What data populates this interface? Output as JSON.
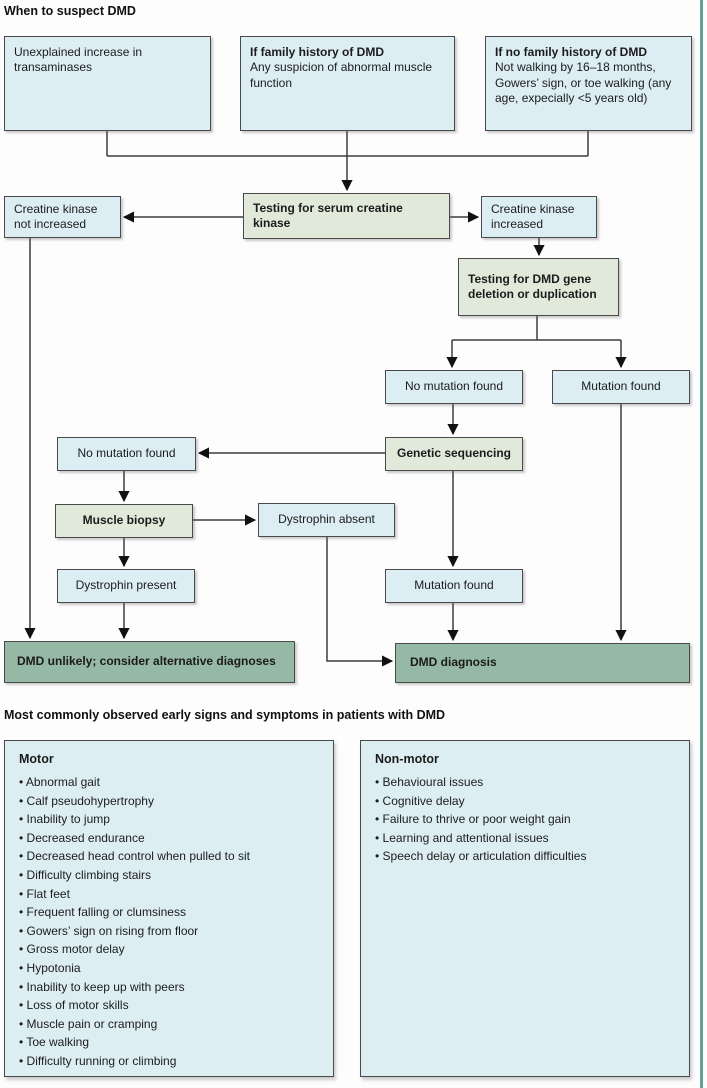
{
  "sections": {
    "suspect_title": "When to suspect DMD",
    "symptoms_title": "Most commonly observed early signs and symptoms in patients with DMD"
  },
  "flowchart": {
    "unexplained": {
      "text": "Unexplained increase in transaminases"
    },
    "family_history": {
      "title": "If family history of DMD",
      "text": "Any suspicion of abnormal muscle function"
    },
    "no_family_history": {
      "title": "If no family history of DMD",
      "text": "Not walking by 16–18 months, Gowers’ sign, or toe walking (any age, expecially <5 years old)"
    },
    "ck_not_increased": {
      "text": "Creatine kinase not increased"
    },
    "testing_serum_ck": {
      "text": "Testing for serum creatine kinase"
    },
    "ck_increased": {
      "text": "Creatine kinase increased"
    },
    "testing_dmd_gene": {
      "text": "Testing for DMD gene deletion or duplication"
    },
    "no_mutation_found_1": {
      "text": "No mutation found"
    },
    "mutation_found_1": {
      "text": "Mutation found"
    },
    "genetic_sequencing": {
      "text": "Genetic sequencing"
    },
    "no_mutation_found_2": {
      "text": "No mutation found"
    },
    "muscle_biopsy": {
      "text": "Muscle biopsy"
    },
    "dystrophin_absent": {
      "text": "Dystrophin absent"
    },
    "dystrophin_present": {
      "text": "Dystrophin present"
    },
    "mutation_found_2": {
      "text": "Mutation found"
    },
    "dmd_unlikely": {
      "text": "DMD unlikely; consider alternative diagnoses"
    },
    "dmd_diagnosis": {
      "text": "DMD diagnosis"
    }
  },
  "symptoms": {
    "motor": {
      "title": "Motor",
      "items": [
        "Abnormal gait",
        "Calf pseudohypertrophy",
        "Inability to jump",
        "Decreased endurance",
        "Decreased head control when pulled to sit",
        "Difficulty climbing stairs",
        "Flat feet",
        "Frequent falling or clumsiness",
        "Gowers’ sign on rising from floor",
        "Gross motor delay",
        "Hypotonia",
        "Inability to keep up with peers",
        "Loss of motor skills",
        "Muscle pain or cramping",
        "Toe walking",
        "Difficulty running or climbing"
      ]
    },
    "non_motor": {
      "title": "Non-motor",
      "items": [
        "Behavioural issues",
        "Cognitive delay",
        "Failure to thrive or poor weight gain",
        "Learning and attentional issues",
        "Speech delay or articulation difficulties"
      ]
    }
  },
  "colors": {
    "box_blue": "#dcedf3",
    "box_light_green": "#e0e9da",
    "box_dark_green": "#95b9a5",
    "border": "#4a4a4a",
    "right_edge_accent": "#62a093"
  }
}
